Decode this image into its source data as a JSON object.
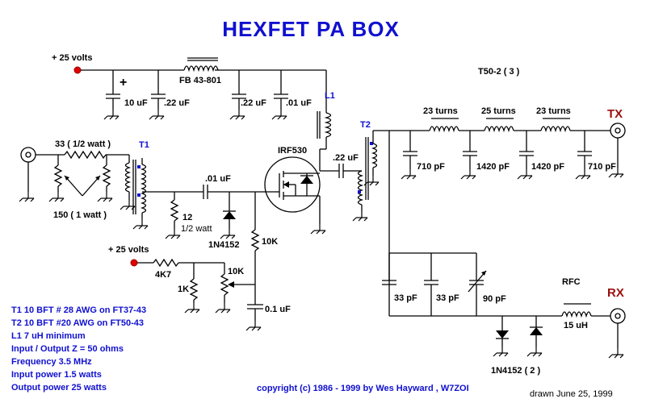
{
  "title": "HEXFET  PA   BOX",
  "supply_top": "+ 25 volts",
  "supply_mid": "+ 25 volts",
  "fb": "FB 43-801",
  "c_10uf": "10 uF",
  "c_22uf_a": ".22 uF",
  "c_22uf_b": ".22 uF",
  "c_01uf_a": ".01 uF",
  "plus_sign": "+",
  "l1": "L1",
  "t50": "T50-2  ( 3 )",
  "turns_1": "23 turns",
  "turns_2": "25 turns",
  "turns_3": "23 turns",
  "tx": "TX",
  "rx": "RX",
  "t1": "T1",
  "t2": "T2",
  "r33": "33  ( 1/2 watt )",
  "r150": "150  ( 1 watt )",
  "irf": "IRF530",
  "c_01uf_b": ".01 uF",
  "c_22uf_c": ".22 uF",
  "r12": "12",
  "r12w": "1/2 watt",
  "d1": "1N4152",
  "r10k_a": "10K",
  "r4k7": "4K7",
  "r1k": "1K",
  "r10k_b": "10K",
  "c01": "0.1 uF",
  "c710a": "710 pF",
  "c1420a": "1420 pF",
  "c1420b": "1420 pF",
  "c710b": "710 pF",
  "c33a": "33 pF",
  "c33b": "33 pF",
  "c90": "90 pF",
  "rfc": "RFC",
  "uh15": "15 uH",
  "d2": "1N4152 ( 2 )",
  "notes": [
    "T1   10 BFT # 28 AWG on FT37-43",
    "T2   10 BFT #20 AWG on FT50-43",
    "L1   7 uH minimum",
    "Input / Output Z = 50 ohms",
    "Frequency 3.5 MHz",
    "Input power 1.5 watts",
    "Output power 25 watts"
  ],
  "copyright": "copyright (c) 1986 - 1999 by Wes Hayward ,  W7ZOI",
  "drawn": "drawn  June 25, 1999",
  "colors": {
    "wire": "#000000",
    "label_blue": "#1010d0",
    "port_red": "#9a1010",
    "supply_dot": "#e00000"
  }
}
